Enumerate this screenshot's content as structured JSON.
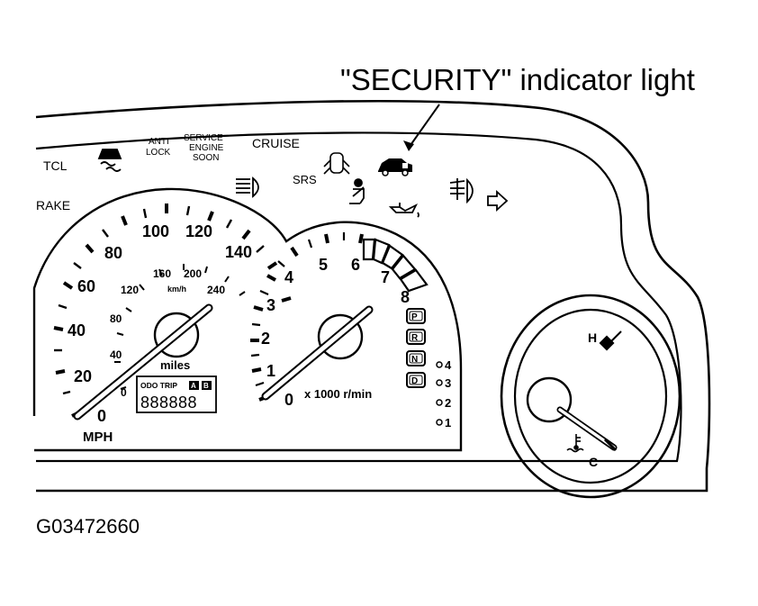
{
  "callout": {
    "text": "\"SECURITY\" indicator light"
  },
  "figure_id": "G03472660",
  "warning_labels": {
    "tcl": "TCL",
    "brake": "RAKE",
    "anti_lock_1": "ANTI",
    "anti_lock_2": "LOCK",
    "service_1": "SERVICE",
    "service_2": "ENGINE",
    "service_3": "SOON",
    "cruise": "CRUISE",
    "srs": "SRS"
  },
  "speedometer": {
    "mph_ticks": [
      "0",
      "20",
      "40",
      "60",
      "80",
      "100",
      "120",
      "140"
    ],
    "kmh_ticks": [
      "0",
      "40",
      "80",
      "120",
      "160",
      "200",
      "240"
    ],
    "unit_mph": "MPH",
    "unit_kmh": "km/h",
    "odo_unit": "miles",
    "odo_mode": "ODO TRIP",
    "trip_a": "A",
    "trip_b": "B",
    "odo_digits": "888888"
  },
  "tachometer": {
    "ticks": [
      "0",
      "1",
      "2",
      "3",
      "4",
      "5",
      "6",
      "7",
      "8"
    ],
    "unit": "x 1000 r/min"
  },
  "gear_indicators": [
    "P",
    "R",
    "N",
    "D"
  ],
  "gear_numbers": [
    "4",
    "3",
    "2",
    "1"
  ],
  "temp_gauge": {
    "hot": "H",
    "cold": "C"
  },
  "icons": [
    "slip-indicator-icon",
    "headlight-icon",
    "door-ajar-icon",
    "security-car-icon",
    "seatbelt-icon",
    "oil-pressure-icon",
    "fog-light-icon",
    "turn-signal-icon",
    "coolant-temp-icon"
  ]
}
